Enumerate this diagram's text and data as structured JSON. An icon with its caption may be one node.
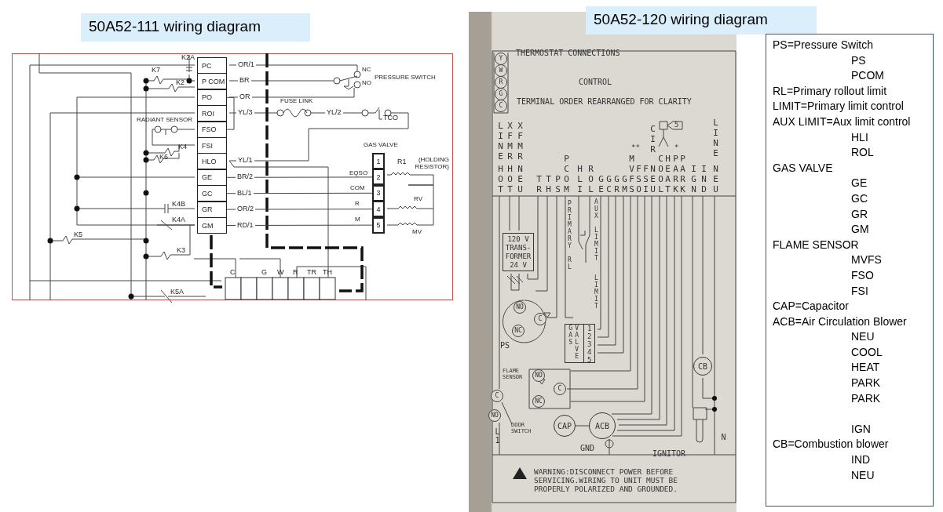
{
  "diagram": {
    "nodes": [
      {
        "text": [
          "50A52-111 wiring diagram"
        ]
      },
      {
        "text": [
          "50A52-120 wiring diagram"
        ]
      },
      {
        "text": [
          "PS=Pressure Switch",
          "PS",
          "PCOM",
          "RL=Primary rollout limit",
          "LIMIT=Primary limit control",
          "AUX LIMIT=Aux limit control",
          "HLI",
          "ROL",
          "GAS VALVE",
          "GE",
          "GC",
          "GR",
          "GM",
          "FLAME SENSOR",
          "MVFS",
          "FSO",
          "FSI",
          "CAP=Capacitor",
          "ACB=Air Circulation Blower",
          "NEU",
          "COOL",
          "HEAT",
          "PARK",
          "PARK",
          "IGN",
          "CB=Combustion blower",
          "IND",
          "NEU"
        ]
      },
      {
        "text": [
          "PC"
        ]
      },
      {
        "text": [
          "P COM"
        ]
      },
      {
        "text": [
          "PO"
        ]
      },
      {
        "text": [
          "ROI"
        ]
      },
      {
        "text": [
          "FSO"
        ]
      },
      {
        "text": [
          "FSI"
        ]
      },
      {
        "text": [
          "HLO"
        ]
      },
      {
        "text": [
          "GE"
        ]
      },
      {
        "text": [
          "GC"
        ]
      },
      {
        "text": [
          "GR"
        ]
      },
      {
        "text": [
          "GM"
        ]
      },
      {
        "text": [
          "1"
        ]
      },
      {
        "text": [
          "2"
        ]
      },
      {
        "text": [
          "3"
        ]
      },
      {
        "text": [
          "4"
        ]
      },
      {
        "text": [
          "5"
        ]
      },
      {
        "text": [
          "120 V TRANS- FORMER 24 V"
        ]
      },
      {
        "text": [
          "GAS VALVE",
          "12345"
        ]
      },
      {
        "text": [
          "CAP"
        ]
      },
      {
        "text": [
          "ACB"
        ]
      },
      {
        "text": [
          "CB"
        ]
      }
    ],
    "edges": [
      {
        "from": 10,
        "to": 15,
        "arrow": "none",
        "label": "BR/2"
      },
      {
        "from": 11,
        "to": 16,
        "arrow": "none",
        "label": "BL/1"
      },
      {
        "from": 12,
        "to": 17,
        "arrow": "none",
        "label": "OR/2"
      },
      {
        "from": 13,
        "to": 18,
        "arrow": "none",
        "label": "RD/1"
      },
      {
        "from": 21,
        "to": 22,
        "arrow": "none"
      },
      {
        "from": 5,
        "to": 7,
        "arrow": "none"
      }
    ],
    "labels": [
      "K2A",
      "K7",
      "K2",
      "RADIANT SENSOR",
      "K4",
      "K6",
      "K4B",
      "K4A",
      "K5",
      "K3",
      "K5A",
      "OR/1",
      "BR",
      "OR",
      "YL/3",
      "FUSE LINK",
      "YL/2",
      "TCO",
      "NC",
      "NO",
      "PRESSURE SWITCH",
      "GAS VALVE",
      "YL/1",
      "R1",
      "(HOLDING RESISTOR)",
      "EQSO",
      "COM",
      "R",
      "M",
      "RV",
      "MV",
      "C",
      "G",
      "W",
      "R",
      "TR",
      "TH",
      "THERMOSTAT CONNECTIONS",
      "Y",
      "W",
      "R",
      "G",
      "C",
      "CONTROL",
      "TERMINAL ORDER REARRANGED FOR CLARITY",
      "LINE",
      "HOT",
      "XFMR",
      "HOT",
      "XFMR",
      "NEU",
      "TR",
      "TH",
      "PS",
      "PCOM",
      "HLI",
      "ROL",
      "GE",
      "GC",
      "GR",
      "GM",
      "MVFS",
      "FSO",
      "FSI",
      "NEU",
      "COOL",
      "HEAT",
      "PARK",
      "PARK",
      "IGN",
      "IND",
      "LINE",
      "NEU",
      "CIR",
      "5",
      "**",
      "*",
      "PRIMARY RL",
      "AUX LIMIT",
      "LIMIT",
      "NO",
      "C",
      "NC",
      "PS",
      "FLAME SENSOR",
      "NO",
      "C",
      "NC",
      "C",
      "NO",
      "L1",
      "DOOR SWITCH",
      "GND",
      "IGNITOR",
      "N",
      "WARNING:DISCONNECT POWER BEFORE SERVICING.WIRING TO UNIT MUST BE PROPERLY POLARIZED AND GROUNDED."
    ]
  }
}
